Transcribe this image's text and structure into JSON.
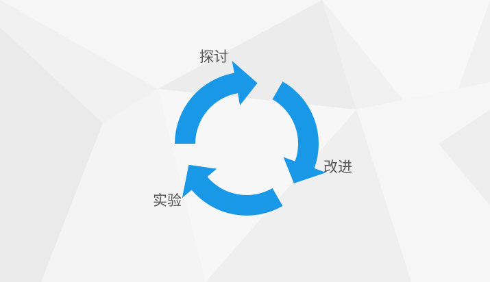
{
  "colors": {
    "background": "#f1f1f1",
    "arrow": "#1a98e8",
    "label": "#555555"
  },
  "cycle": {
    "steps": [
      {
        "label": "探讨"
      },
      {
        "label": "改进"
      },
      {
        "label": "实验"
      }
    ]
  }
}
